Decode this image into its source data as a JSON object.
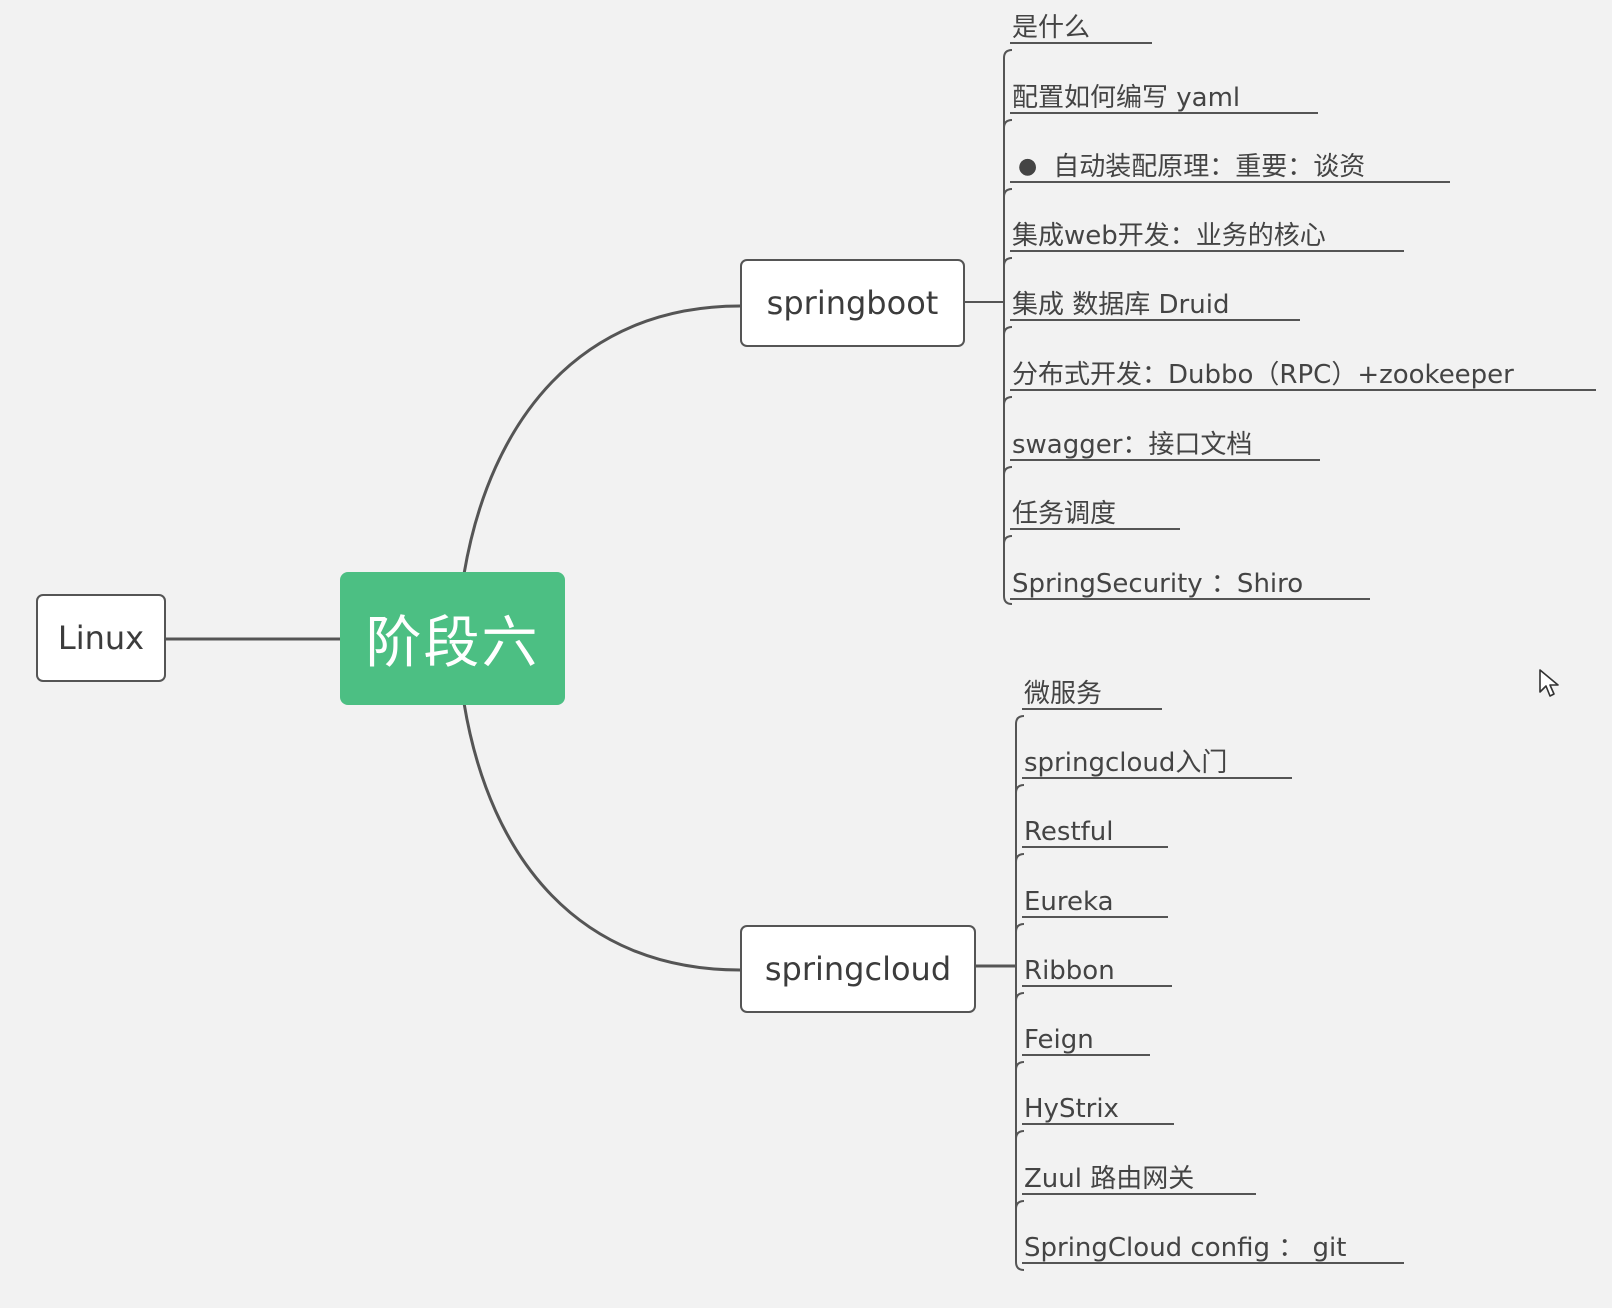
{
  "colors": {
    "central_fill": "#4cbf83",
    "line": "#555555",
    "background": "#f2f2f2"
  },
  "central": {
    "label": "阶段六"
  },
  "left": {
    "label": "Linux"
  },
  "branches": [
    {
      "label": "springboot",
      "children": [
        {
          "label": "是什么"
        },
        {
          "label": "配置如何编写  yaml"
        },
        {
          "label": "自动装配原理：重要：谈资",
          "bullet": "●"
        },
        {
          "label": "集成web开发：业务的核心"
        },
        {
          "label": "集成 数据库 Druid"
        },
        {
          "label": "分布式开发：Dubbo（RPC）+zookeeper"
        },
        {
          "label": "swagger：接口文档"
        },
        {
          "label": "任务调度"
        },
        {
          "label": "SpringSecurity ：Shiro"
        }
      ]
    },
    {
      "label": "springcloud",
      "children": [
        {
          "label": "微服务"
        },
        {
          "label": "springcloud入门"
        },
        {
          "label": "Restful"
        },
        {
          "label": "Eureka"
        },
        {
          "label": "Ribbon"
        },
        {
          "label": "Feign"
        },
        {
          "label": "HyStrix"
        },
        {
          "label": "Zuul 路由网关"
        },
        {
          "label": "SpringCloud config ： git"
        }
      ]
    }
  ]
}
